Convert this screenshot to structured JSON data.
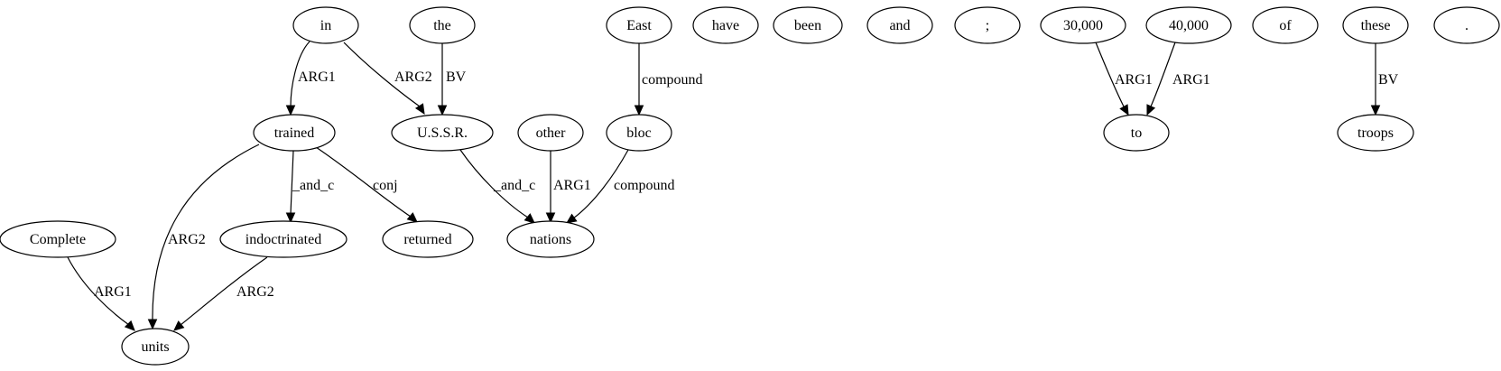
{
  "nodes": [
    {
      "id": "in",
      "label": "in"
    },
    {
      "id": "the",
      "label": "the"
    },
    {
      "id": "east",
      "label": "East"
    },
    {
      "id": "have",
      "label": "have"
    },
    {
      "id": "been",
      "label": "been"
    },
    {
      "id": "and",
      "label": "and"
    },
    {
      "id": "semicolon",
      "label": ";"
    },
    {
      "id": "n30000",
      "label": "30,000"
    },
    {
      "id": "n40000",
      "label": "40,000"
    },
    {
      "id": "of",
      "label": "of"
    },
    {
      "id": "these",
      "label": "these"
    },
    {
      "id": "period",
      "label": "."
    },
    {
      "id": "trained",
      "label": "trained"
    },
    {
      "id": "ussr",
      "label": "U.S.S.R."
    },
    {
      "id": "other",
      "label": "other"
    },
    {
      "id": "bloc",
      "label": "bloc"
    },
    {
      "id": "to",
      "label": "to"
    },
    {
      "id": "troops",
      "label": "troops"
    },
    {
      "id": "complete",
      "label": "Complete"
    },
    {
      "id": "indoctrinated",
      "label": "indoctrinated"
    },
    {
      "id": "returned",
      "label": "returned"
    },
    {
      "id": "nations",
      "label": "nations"
    },
    {
      "id": "units",
      "label": "units"
    }
  ],
  "edges": [
    {
      "id": "in-trained",
      "from": "in",
      "to": "trained",
      "label": "ARG1"
    },
    {
      "id": "in-ussr",
      "from": "in",
      "to": "ussr",
      "label": "ARG2"
    },
    {
      "id": "the-ussr",
      "from": "the",
      "to": "ussr",
      "label": "BV"
    },
    {
      "id": "east-bloc",
      "from": "east",
      "to": "bloc",
      "label": "compound"
    },
    {
      "id": "n30000-to",
      "from": "n30000",
      "to": "to",
      "label": "ARG1"
    },
    {
      "id": "n40000-to",
      "from": "n40000",
      "to": "to",
      "label": "ARG1"
    },
    {
      "id": "these-troops",
      "from": "these",
      "to": "troops",
      "label": "BV"
    },
    {
      "id": "trained-units",
      "from": "trained",
      "to": "units",
      "label": "ARG2"
    },
    {
      "id": "trained-indoctrinated",
      "from": "trained",
      "to": "indoctrinated",
      "label": "_and_c"
    },
    {
      "id": "trained-returned",
      "from": "trained",
      "to": "returned",
      "label": "conj"
    },
    {
      "id": "ussr-nations",
      "from": "ussr",
      "to": "nations",
      "label": "_and_c"
    },
    {
      "id": "other-nations",
      "from": "other",
      "to": "nations",
      "label": "ARG1"
    },
    {
      "id": "bloc-nations",
      "from": "bloc",
      "to": "nations",
      "label": "compound"
    },
    {
      "id": "complete-units",
      "from": "complete",
      "to": "units",
      "label": "ARG1"
    },
    {
      "id": "indoctrinated-units",
      "from": "indoctrinated",
      "to": "units",
      "label": "ARG2"
    }
  ]
}
